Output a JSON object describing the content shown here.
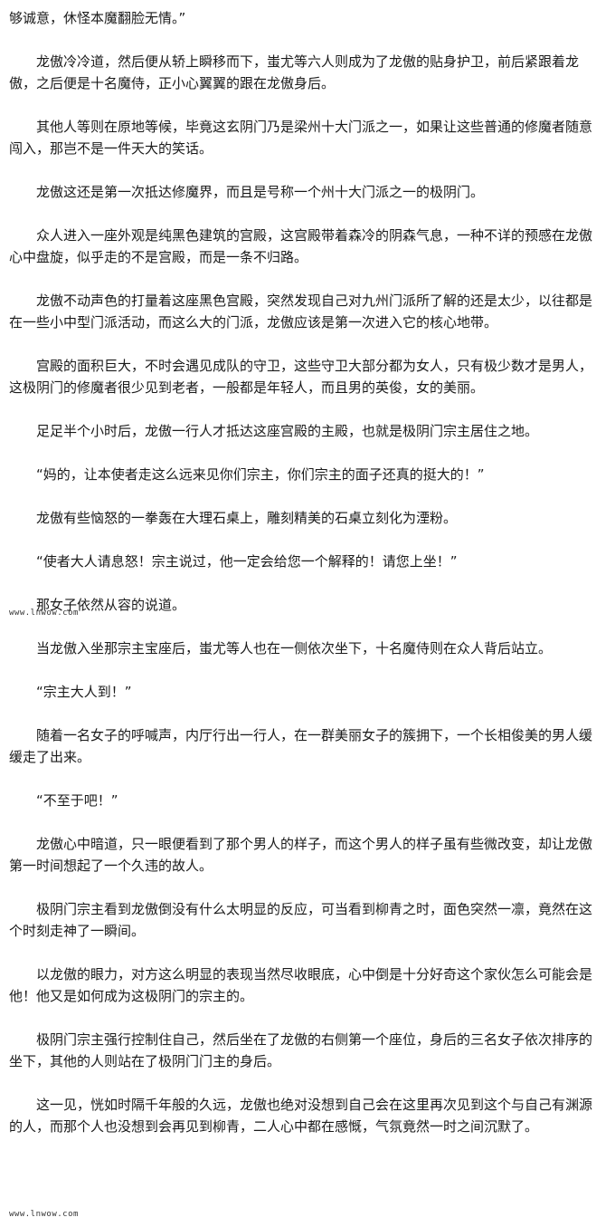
{
  "document": {
    "paragraphs": [
      "够诚意，休怪本魔翻脸无情。”",
      "龙傲冷冷道，然后便从轿上瞬移而下，蚩尤等六人则成为了龙傲的贴身护卫，前后紧跟着龙傲，之后便是十名魔侍，正小心翼翼的跟在龙傲身后。",
      "其他人等则在原地等候，毕竟这玄阴门乃是梁州十大门派之一，如果让这些普通的修魔者随意闯入，那岂不是一件天大的笑话。",
      "龙傲这还是第一次抵达修魔界，而且是号称一个州十大门派之一的极阴门。",
      "众人进入一座外观是纯黑色建筑的宫殿，这宫殿带着森冷的阴森气息，一种不详的预感在龙傲心中盘旋，似乎走的不是宫殿，而是一条不归路。",
      "龙傲不动声色的打量着这座黑色宫殿，突然发现自己对九州门派所了解的还是太少，以往都是在一些小中型门派活动，而这么大的门派，龙傲应该是第一次进入它的核心地带。",
      "宫殿的面积巨大，不时会遇见成队的守卫，这些守卫大部分都为女人，只有极少数才是男人，这极阴门的修魔者很少见到老者，一般都是年轻人，而且男的英俊，女的美丽。",
      "足足半个小时后，龙傲一行人才抵达这座宫殿的主殿，也就是极阴门宗主居住之地。",
      "“妈的，让本使者走这么远来见你们宗主，你们宗主的面子还真的挺大的！”",
      "龙傲有些恼怒的一拳轰在大理石桌上，雕刻精美的石桌立刻化为湮粉。",
      "“使者大人请息怒！宗主说过，他一定会给您一个解释的！请您上坐！”",
      "那女子依然从容的说道。",
      "当龙傲入坐那宗主宝座后，蚩尤等人也在一侧依次坐下，十名魔侍则在众人背后站立。",
      "“宗主大人到！”",
      "随着一名女子的呼喊声，内厅行出一行人，在一群美丽女子的簇拥下，一个长相俊美的男人缓缓走了出来。",
      "“不至于吧！”",
      "龙傲心中暗道，只一眼便看到了那个男人的样子，而这个男人的样子虽有些微改变，却让龙傲第一时间想起了一个久违的故人。",
      "极阴门宗主看到龙傲倒没有什么太明显的反应，可当看到柳青之时，面色突然一凛，竟然在这个时刻走神了一瞬间。",
      "以龙傲的眼力，对方这么明显的表现当然尽收眼底，心中倒是十分好奇这个家伙怎么可能会是他！他又是如何成为这极阴门的宗主的。",
      "极阴门宗主强行控制住自己，然后坐在了龙傲的右侧第一个座位，身后的三名女子依次排序的坐下，其他的人则站在了极阴门门主的身后。",
      "这一见，恍如时隔千年般的久远，龙傲也绝对没想到自己会在这里再次见到这个与自己有渊源的人，而那个人也没想到会再见到柳青，二人心中都在感慨，气氛竟然一时之间沉默了。"
    ]
  },
  "watermarks": {
    "middle": "www.lnwow.com",
    "bottom": "www.lnwow.com"
  }
}
